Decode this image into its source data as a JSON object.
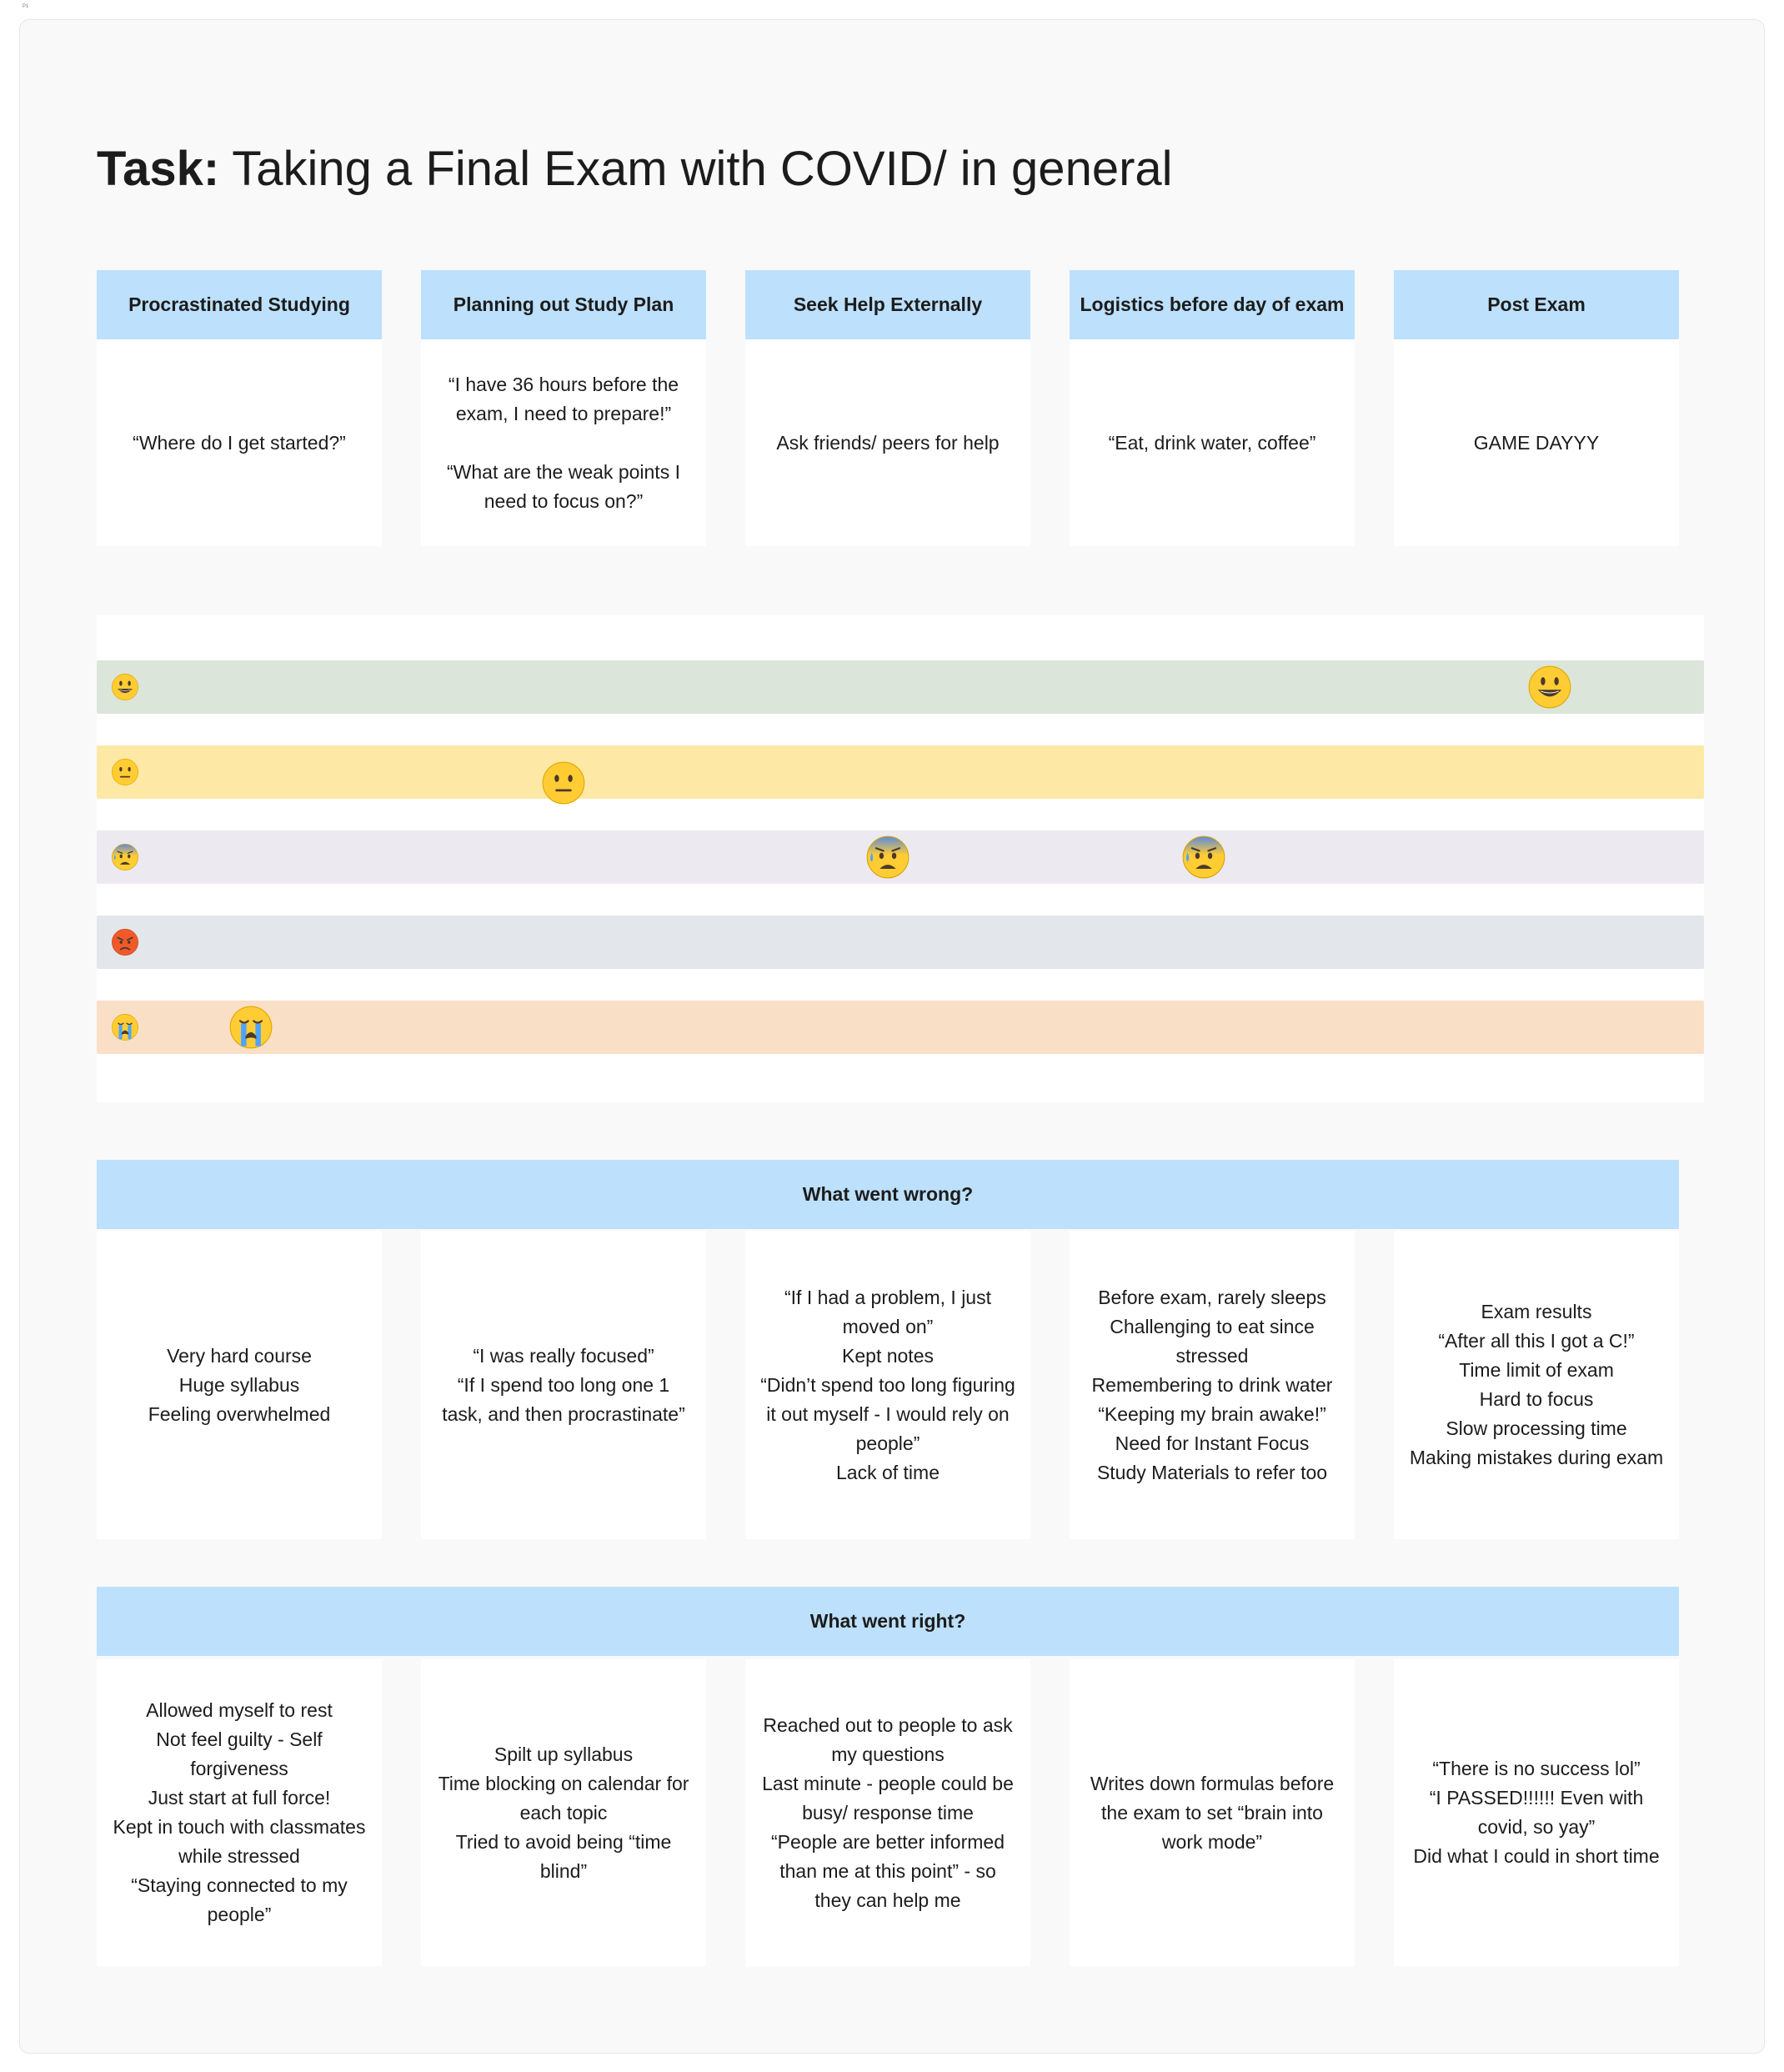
{
  "page_label": "P1",
  "title": {
    "bold": "Task:",
    "rest": " Taking a Final Exam with COVID/ in general"
  },
  "stages": [
    {
      "header": "Procrastinated Studying",
      "quote": "“Where do I get started?”"
    },
    {
      "header": "Planning out Study Plan",
      "quote": "“I have 36 hours before the exam, I need to prepare!”\n\n“What are the weak points I need to focus on?”"
    },
    {
      "header": "Seek Help Externally",
      "quote": "Ask friends/ peers for help"
    },
    {
      "header": "Logistics before day of exam",
      "quote": "“Eat, drink water, coffee”"
    },
    {
      "header": "Post Exam",
      "quote": "GAME DAYYY"
    }
  ],
  "emotion_rows": [
    {
      "mood": "happy",
      "color": "#dce5da",
      "icon": "grinning-face-icon"
    },
    {
      "mood": "neutral",
      "color": "#fee8a6",
      "icon": "neutral-face-icon"
    },
    {
      "mood": "anxious",
      "color": "#ece9f1",
      "icon": "anxious-sweat-face-icon"
    },
    {
      "mood": "angry",
      "color": "#e3e6ea",
      "icon": "angry-face-icon"
    },
    {
      "mood": "crying",
      "color": "#fadfc7",
      "icon": "loudly-crying-face-icon"
    }
  ],
  "journey_points": [
    {
      "stage": "Procrastinated Studying",
      "mood": "crying"
    },
    {
      "stage": "Planning out Study Plan",
      "mood": "neutral"
    },
    {
      "stage": "Seek Help Externally",
      "mood": "anxious"
    },
    {
      "stage": "Logistics before day of exam",
      "mood": "anxious"
    },
    {
      "stage": "Post Exam",
      "mood": "happy"
    }
  ],
  "wrong": {
    "header": "What went wrong?",
    "items": [
      "Very hard course\nHuge syllabus\nFeeling overwhelmed",
      "“I was really focused”\n“If I spend too long one 1 task, and then procrastinate”",
      "“If I had a problem, I just moved on”\nKept notes\n“Didn’t spend too long figuring it out myself - I would rely on people”\nLack of time",
      "Before exam, rarely sleeps\nChallenging to eat since stressed\nRemembering to drink water\n“Keeping my brain awake!”\nNeed for Instant Focus\nStudy Materials to refer too",
      "Exam results\n“After all this I got a C!”\nTime limit of exam\nHard to focus\nSlow processing time\nMaking mistakes during exam"
    ]
  },
  "right": {
    "header": "What went right?",
    "items": [
      "Allowed myself to rest\nNot feel guilty - Self forgiveness\nJust start at full force!\nKept in touch with classmates while stressed\n“Staying connected to my people”",
      "Spilt up syllabus\nTime blocking on calendar for each topic\nTried to avoid being “time blind”",
      "Reached out to people to ask my questions\nLast minute - people could be busy/ response time\n“People are better informed than me at this point” - so they can help me",
      "Writes down formulas before the exam to set “brain into work mode”",
      "“There is no success lol”\n“I PASSED!!!!!! Even with covid, so yay”\nDid what I could in short time"
    ]
  }
}
